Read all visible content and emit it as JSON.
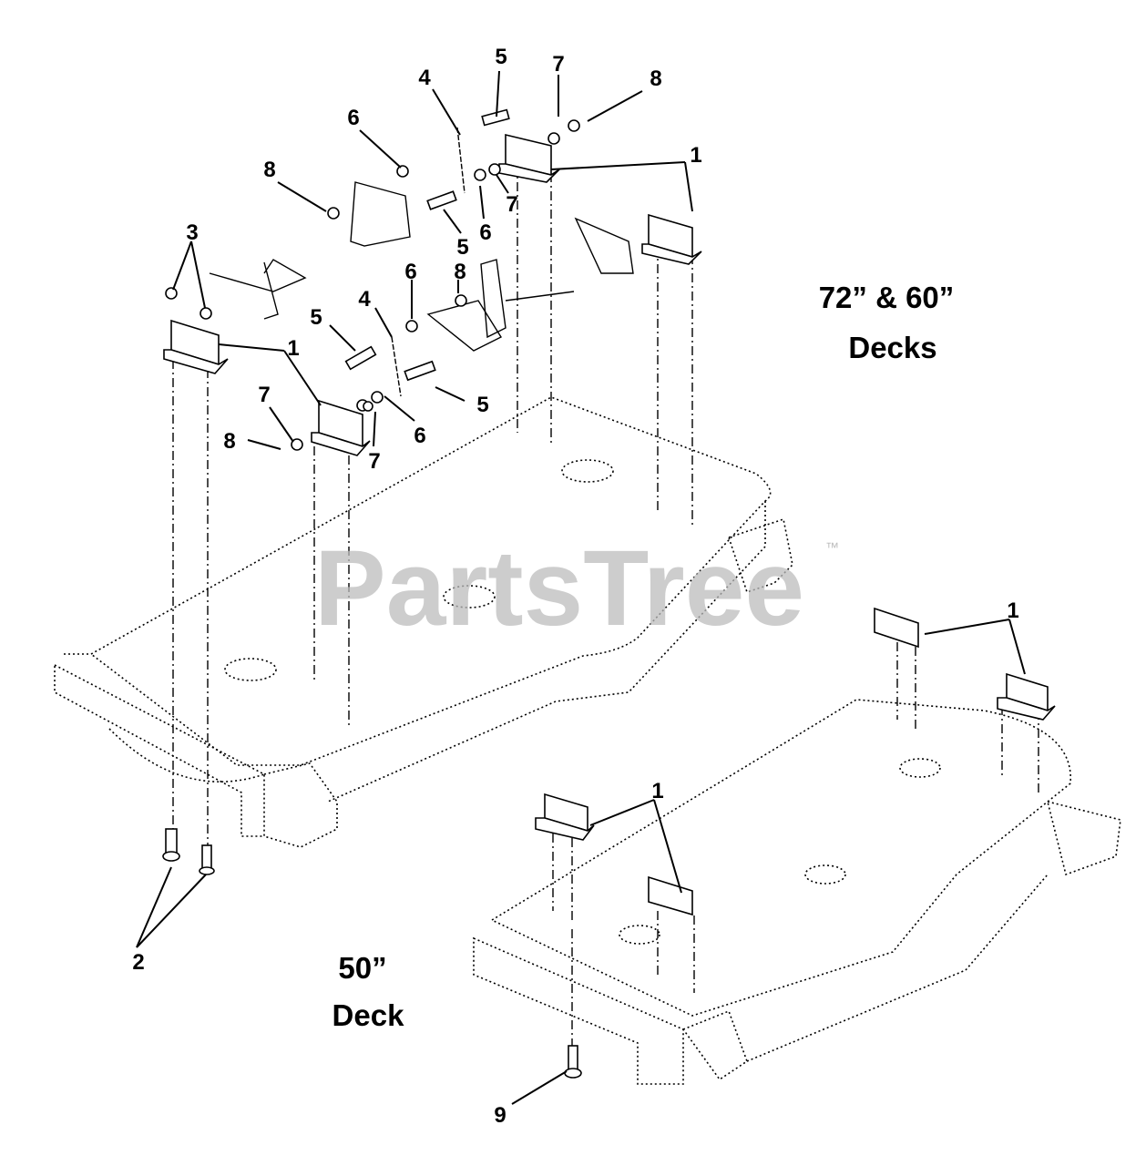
{
  "titles": {
    "large_decks": "72” & 60”",
    "large_decks_2": "Decks",
    "small_deck": "50”",
    "small_deck_2": "Deck"
  },
  "watermark": {
    "text": "PartsTree",
    "mark": "™"
  },
  "callouts": {
    "c5_top": "5",
    "c7_top": "7",
    "c8_top_right": "8",
    "c4_top": "4",
    "c6_top": "6",
    "c8_top_left": "8",
    "c1_top": "1",
    "c7_mid": "7",
    "c6_mid": "6",
    "c5_mid": "5",
    "c3": "3",
    "c6_low": "6",
    "c8_low": "8",
    "c4_low": "4",
    "c5_low_left": "5",
    "c1_left": "1",
    "c5_low_right": "5",
    "c7_left": "7",
    "c8_left": "8",
    "c7_low": "7",
    "c6_bottom": "6",
    "c2": "2",
    "c1_small_right": "1",
    "c1_small_left": "1",
    "c9": "9"
  }
}
